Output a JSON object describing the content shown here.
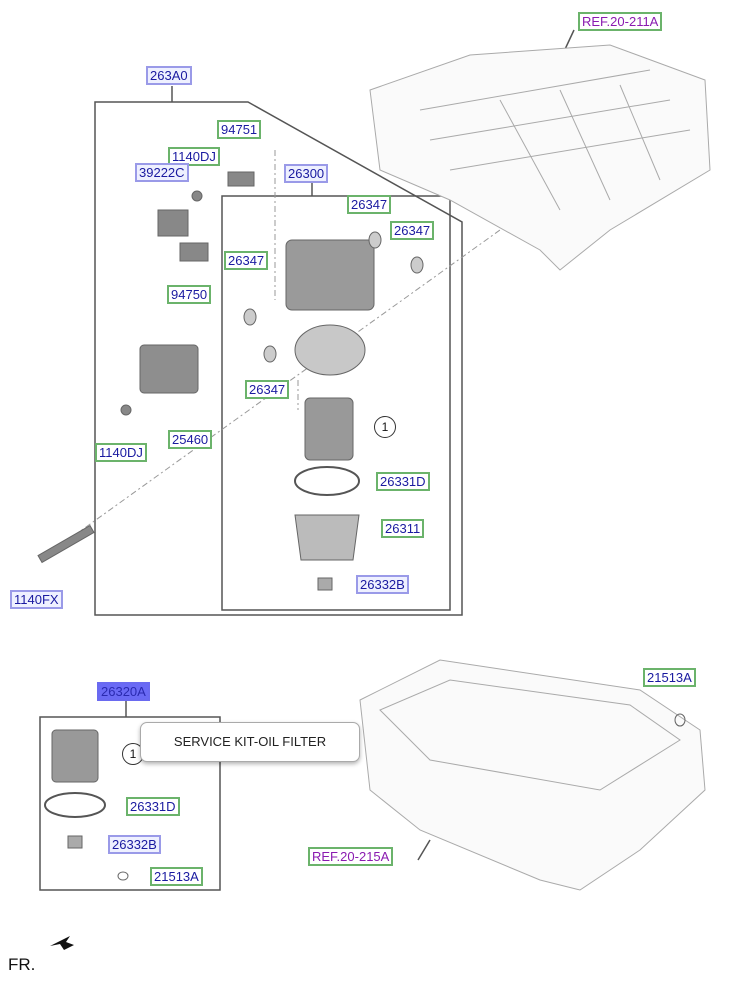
{
  "refs": {
    "top": "REF.20-211A",
    "bottom": "REF.20-215A"
  },
  "labels": {
    "l263A0": "263A0",
    "l94751": "94751",
    "l1140DJ_a": "1140DJ",
    "l39222C": "39222C",
    "l26300": "26300",
    "l26347_a": "26347",
    "l26347_b": "26347",
    "l26347_c": "26347",
    "l26347_d": "26347",
    "l94750": "94750",
    "l1140DJ_b": "1140DJ",
    "l25460": "25460",
    "l26331D": "26331D",
    "l26311": "26311",
    "l26332B": "26332B",
    "l1140FX": "1140FX",
    "l21513A": "21513A",
    "k26320A": "26320A",
    "k26331D": "26331D",
    "k26332B": "26332B",
    "k21513A": "21513A"
  },
  "callout": "1",
  "tooltip": "SERVICE KIT-OIL FILTER",
  "direction": "FR."
}
